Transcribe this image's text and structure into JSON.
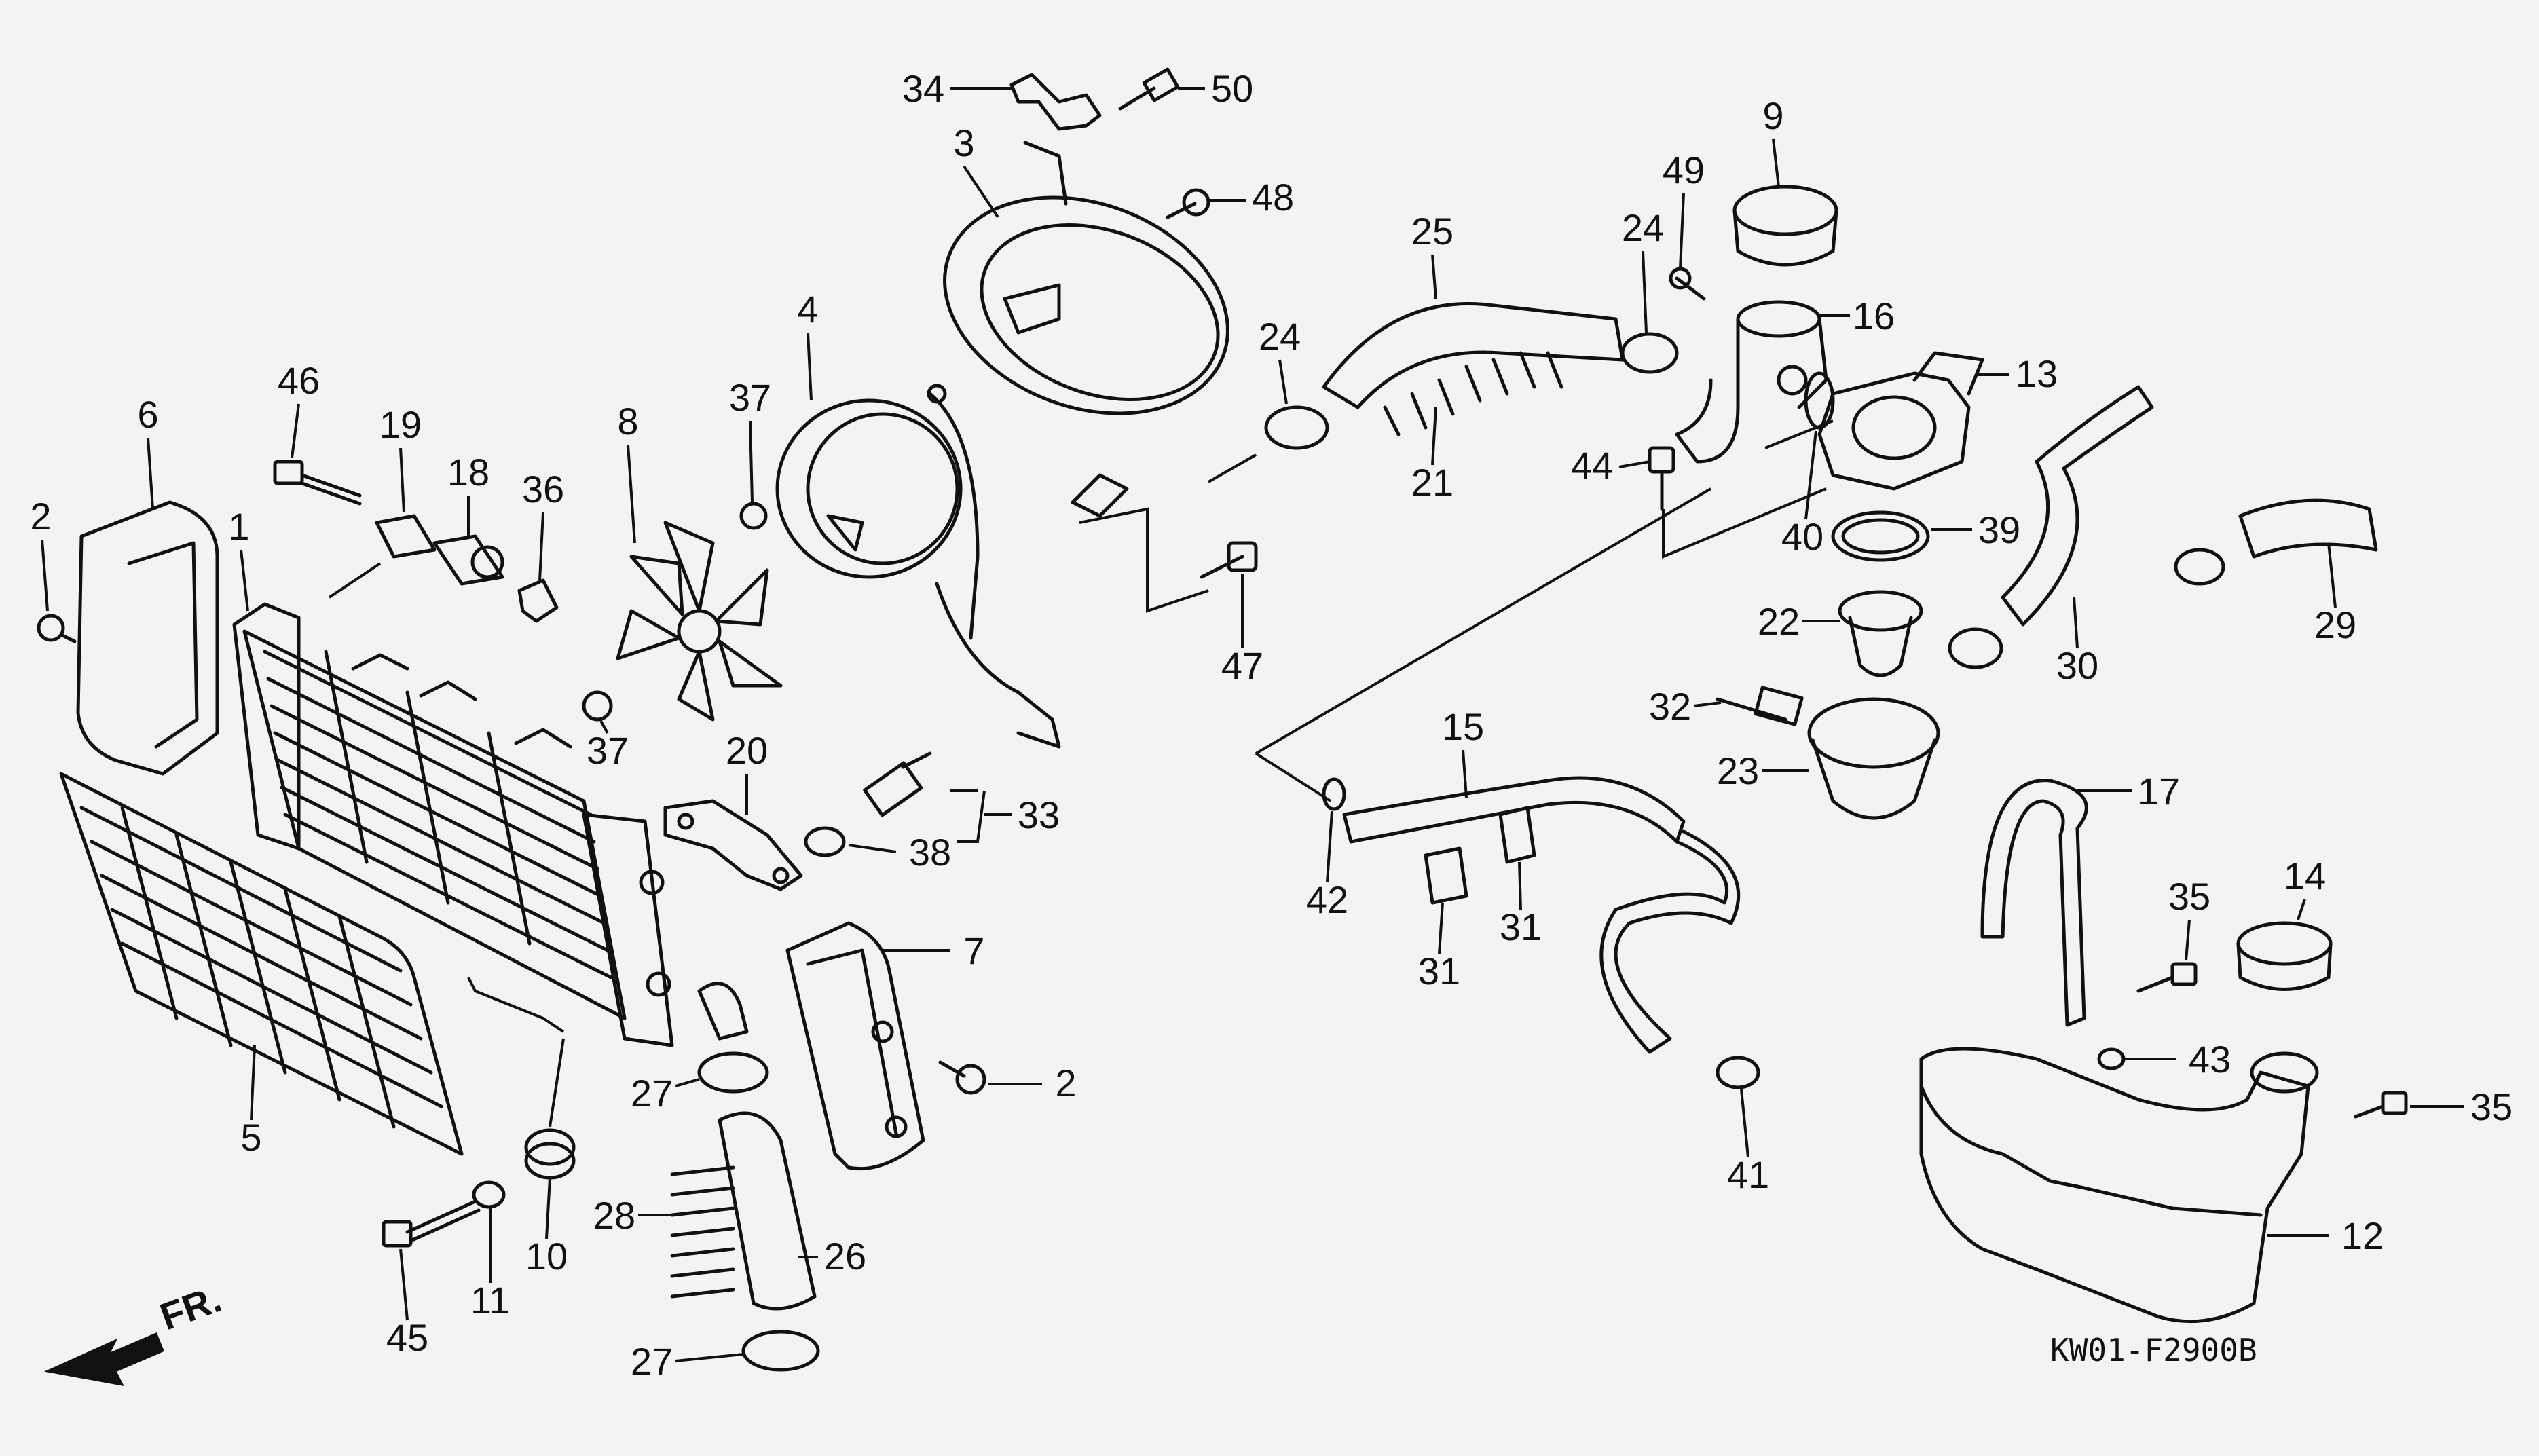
{
  "diagram": {
    "drawing_code": "KW01-F2900B",
    "direction_label": "FR.",
    "callout_labels": [
      "1",
      "2",
      "3",
      "4",
      "5",
      "6",
      "7",
      "8",
      "9",
      "10",
      "11",
      "12",
      "13",
      "14",
      "15",
      "16",
      "17",
      "18",
      "19",
      "20",
      "21",
      "22",
      "23",
      "24",
      "25",
      "26",
      "27",
      "28",
      "29",
      "30",
      "31",
      "32",
      "33",
      "34",
      "35",
      "36",
      "37",
      "38",
      "39",
      "40",
      "41",
      "42",
      "43",
      "44",
      "45",
      "46",
      "47",
      "48",
      "49",
      "50"
    ],
    "colors": {
      "ink": "#111111",
      "paper": "#f3f3f1"
    }
  }
}
